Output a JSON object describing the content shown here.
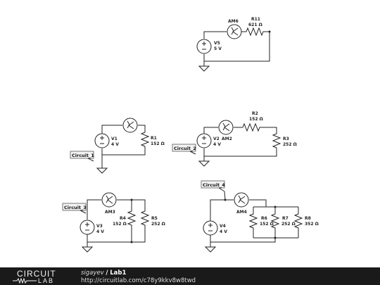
{
  "circuits": {
    "top": {
      "ammeter": "AM6",
      "resistor_name": "R11",
      "resistor_value": "621 Ω",
      "source_name": "V5",
      "source_value": "5 V"
    },
    "c1": {
      "flag": "Circuit_1",
      "source_name": "V1",
      "source_value": "4 V",
      "resistor_name": "R1",
      "resistor_value": "152 Ω"
    },
    "c2": {
      "flag": "Circuit_2",
      "source_name": "V2",
      "source_value": "4 V",
      "ammeter": "AM2",
      "r2_name": "R2",
      "r2_value": "152 Ω",
      "r3_name": "R3",
      "r3_value": "252 Ω"
    },
    "c3": {
      "flag": "Circuit_3",
      "ammeter": "AM3",
      "source_name": "V3",
      "source_value": "4 V",
      "r4_name": "R4",
      "r4_value": "152 Ω",
      "r5_name": "R5",
      "r5_value": "252 Ω"
    },
    "c4": {
      "flag": "Circuit_4",
      "ammeter": "AM4",
      "source_name": "V4",
      "source_value": "4 V",
      "r6_name": "R6",
      "r6_value": "152 Ω",
      "r7_name": "R7",
      "r7_value": "252 Ω",
      "r8_name": "R8",
      "r8_value": "352 Ω"
    }
  },
  "footer": {
    "logo_top": "CIRCUIT",
    "logo_bottom": "LAB",
    "author": "sigayev",
    "separator": "/",
    "project": "Lab1",
    "url": "http://circuitlab.com/c78y9kkv8w8twd"
  }
}
